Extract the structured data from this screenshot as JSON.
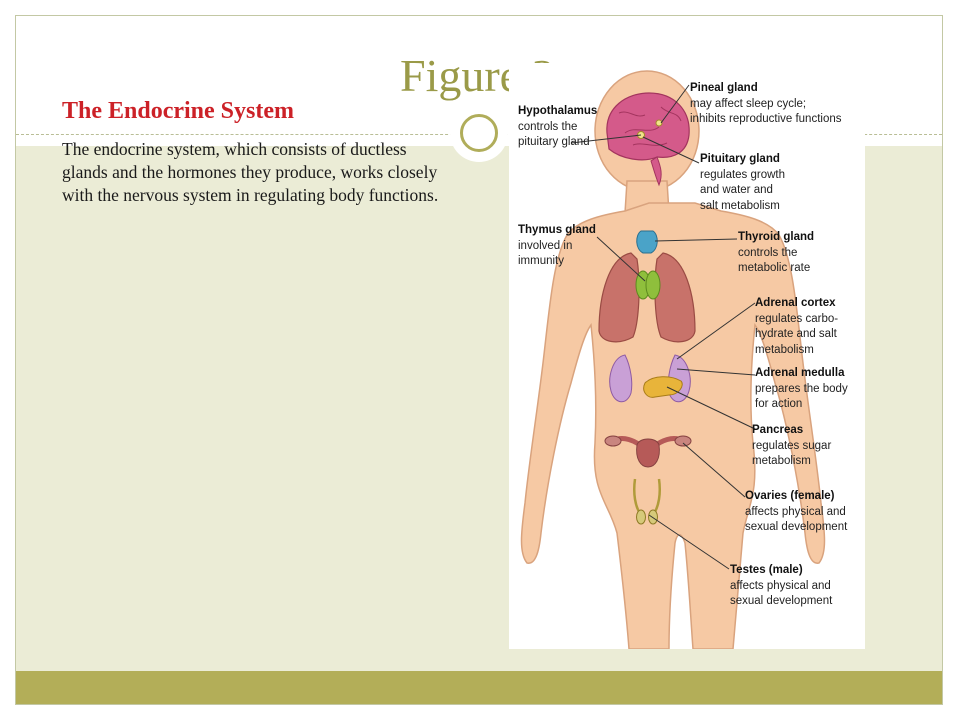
{
  "slide": {
    "title": "Figure 3",
    "heading": "The Endocrine System",
    "paragraph": "The endocrine system, which consists of ductless glands and the hormones they produce, works closely with the nervous system in regulating body functions."
  },
  "figure": {
    "labels": [
      {
        "name": "Pineal gland",
        "line1": "may affect sleep cycle;",
        "line2": "inhibits reproductive functions",
        "line3": ""
      },
      {
        "name": "Hypothalamus",
        "line1": "controls the",
        "line2": "pituitary gland",
        "line3": ""
      },
      {
        "name": "Pituitary gland",
        "line1": "regulates growth",
        "line2": "and water and",
        "line3": "salt metabolism"
      },
      {
        "name": "Thymus gland",
        "line1": "involved in",
        "line2": "immunity",
        "line3": ""
      },
      {
        "name": "Thyroid gland",
        "line1": "controls the",
        "line2": "metabolic rate",
        "line3": ""
      },
      {
        "name": "Adrenal cortex",
        "line1": "regulates carbo-",
        "line2": "hydrate and salt",
        "line3": "metabolism"
      },
      {
        "name": "Adrenal medulla",
        "line1": "prepares the body",
        "line2": "for action",
        "line3": ""
      },
      {
        "name": "Pancreas",
        "line1": "regulates sugar",
        "line2": "metabolism",
        "line3": ""
      },
      {
        "name": "Ovaries (female)",
        "line1": "affects physical and",
        "line2": "sexual development",
        "line3": ""
      },
      {
        "name": "Testes (male)",
        "line1": "affects physical and",
        "line2": "sexual development",
        "line3": ""
      }
    ]
  },
  "colors": {
    "accent_olive": "#b3ae58",
    "title_olive": "#9a9a48",
    "heading_red": "#cc2127",
    "body_background": "#ebecd6",
    "skin": "#f6c9a4",
    "lungs": "#c8726a",
    "brain": "#d45a8a",
    "thyroid": "#4aa3c8",
    "thymus": "#8fbf3c",
    "kidney": "#c9a0d6",
    "pancreas": "#e8b43a",
    "uterus": "#b65a58"
  }
}
